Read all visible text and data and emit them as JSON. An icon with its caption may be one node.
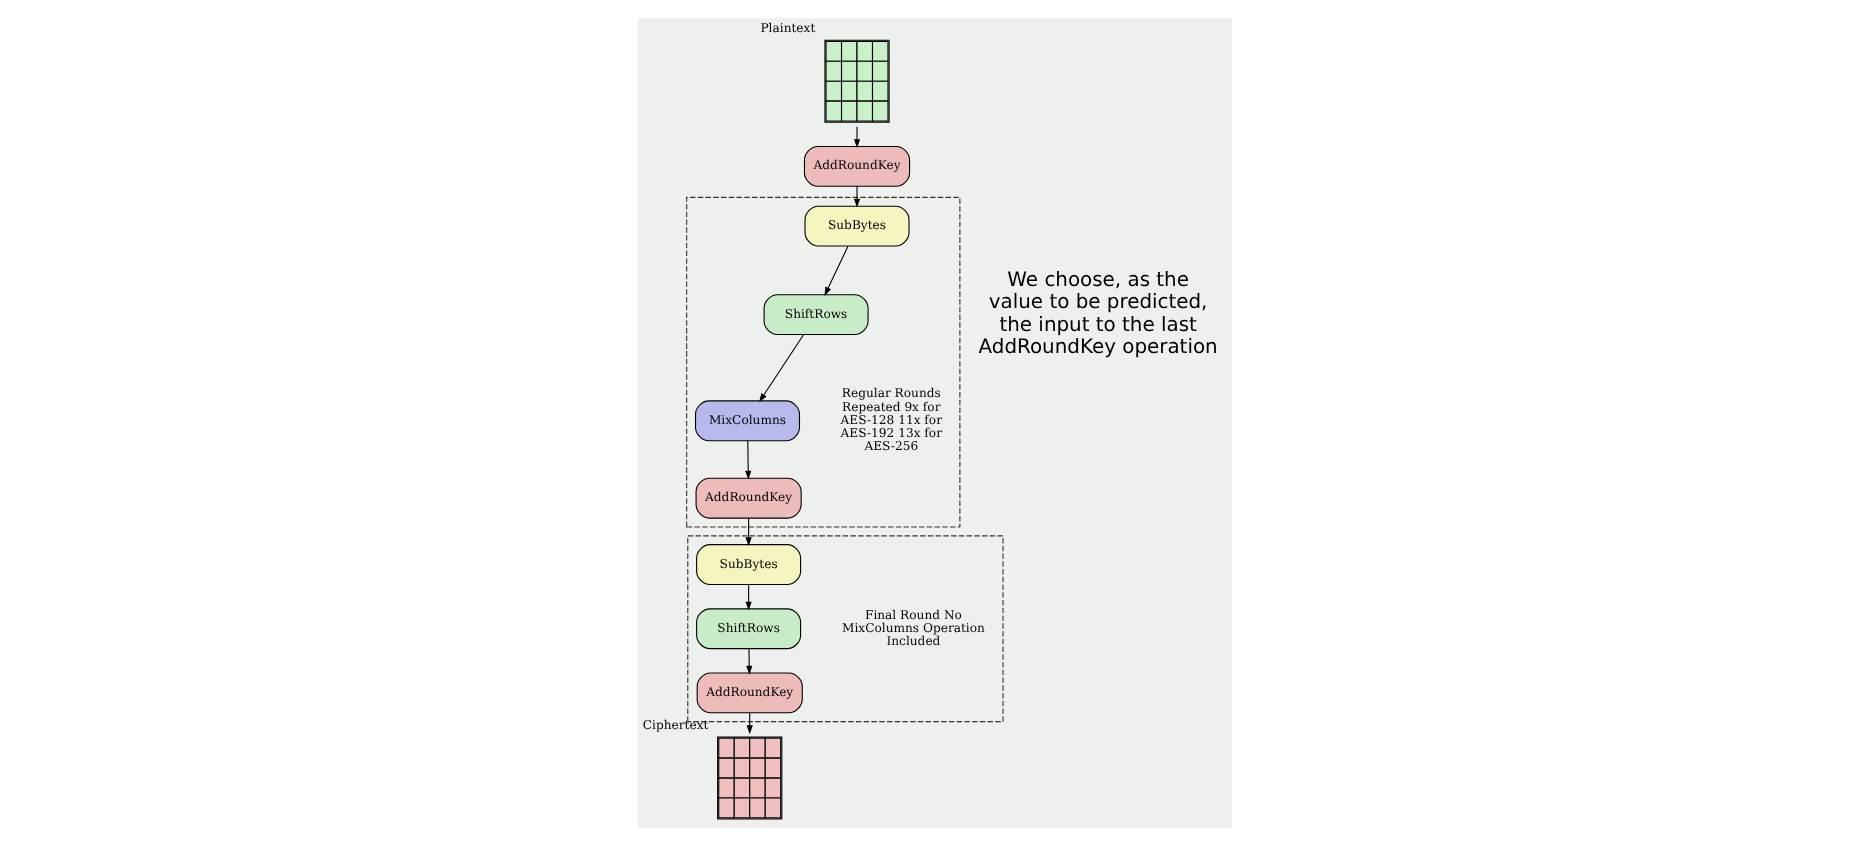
{
  "diagram": {
    "nodes": [
      {
        "text": [],
        "shape": "box",
        "beside": [
          "Plaintext"
        ]
      },
      {
        "text": [
          "AddRoundKey"
        ]
      },
      {
        "text": [
          "Regular Rounds Repeated 9x for AES-128 11x for AES-192 13x for AES-256"
        ]
      },
      {
        "text": [
          "SubBytes"
        ],
        "in": 2
      },
      {
        "text": [
          "ShiftRows"
        ],
        "in": 2
      },
      {
        "text": [
          "MixColumns"
        ],
        "in": 2
      },
      {
        "text": [
          "AddRoundKey"
        ],
        "in": 2
      },
      {
        "text": [
          "Final Round No MixColumns Operation Included"
        ]
      },
      {
        "text": [
          "SubBytes"
        ],
        "in": 7
      },
      {
        "text": [
          "ShiftRows"
        ],
        "in": 7
      },
      {
        "text": [
          "AddRoundKey"
        ],
        "in": 7
      },
      {
        "text": [],
        "shape": "box",
        "beside": [
          "Ciphertext"
        ]
      }
    ],
    "edges": [
      {
        "from": 0,
        "to": 1,
        "arrow": "to"
      },
      {
        "from": 1,
        "to": 3,
        "arrow": "to"
      },
      {
        "from": 3,
        "to": 4,
        "arrow": "to"
      },
      {
        "from": 4,
        "to": 5,
        "arrow": "to"
      },
      {
        "from": 5,
        "to": 6,
        "arrow": "to"
      },
      {
        "from": 6,
        "to": 8,
        "arrow": "to"
      },
      {
        "from": 8,
        "to": 9,
        "arrow": "to"
      },
      {
        "from": 9,
        "to": 10,
        "arrow": "to"
      },
      {
        "from": 10,
        "to": 11,
        "arrow": "to"
      }
    ],
    "labels": [
      "We choose, as the value to be predicted, the input to the last AddRoundKey operation"
    ]
  }
}
